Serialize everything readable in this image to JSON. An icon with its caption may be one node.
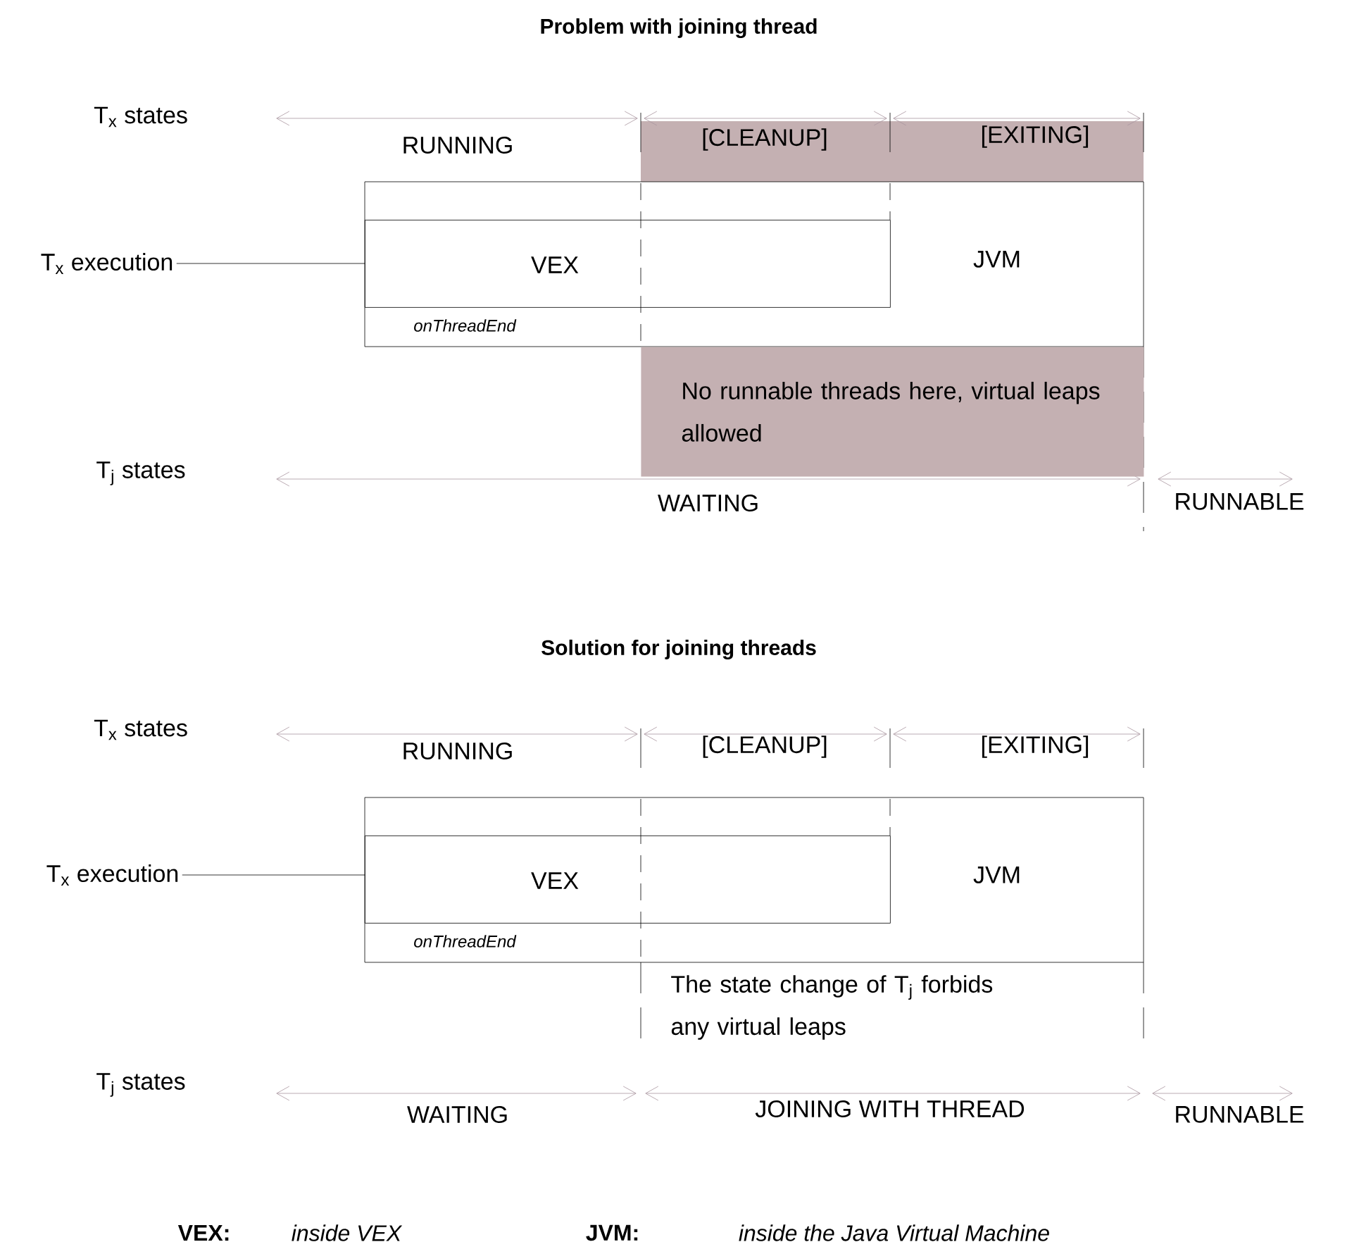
{
  "diagram": {
    "title": "Problem with joining thread",
    "nodes": [
      {
        "text": [
          "T$_{x}$ execution"
        ]
      },
      {
        "text": [
          "JVM",
          "onThreadEnd"
        ]
      },
      {
        "text": [
          "VEX"
        ],
        "in": 1
      },
      {
        "text": [
          "No runnable threads here, virtual leaps allowed"
        ]
      },
      {
        "text": [
          "T$_{x}$ execution"
        ]
      },
      {
        "text": [
          "JVM",
          "onThreadEnd"
        ]
      },
      {
        "text": [
          "VEX"
        ],
        "in": 5
      }
    ],
    "edges": [
      {
        "from": 0,
        "to": 1,
        "arrow": "none"
      },
      {
        "from": 4,
        "to": 5,
        "arrow": "none"
      }
    ],
    "labels": [
      "T$_{x}$ states",
      "RUNNING",
      "[CLEANUP]",
      "[EXITING]",
      "T$_{j}$ states",
      "WAITING",
      "RUNNABLE",
      "Solution for joining threads",
      "T$_{x}$ states",
      "RUNNING",
      "[CLEANUP]",
      "[EXITING]",
      "The state change of T$_{j}$ forbids any virtual leaps",
      "T$_{j}$ states",
      "WAITING",
      "JOINING WITH THREAD",
      "RUNNABLE",
      "VEX:",
      "inside VEX",
      "JVM:",
      "inside the Java Virtual Machine"
    ]
  }
}
